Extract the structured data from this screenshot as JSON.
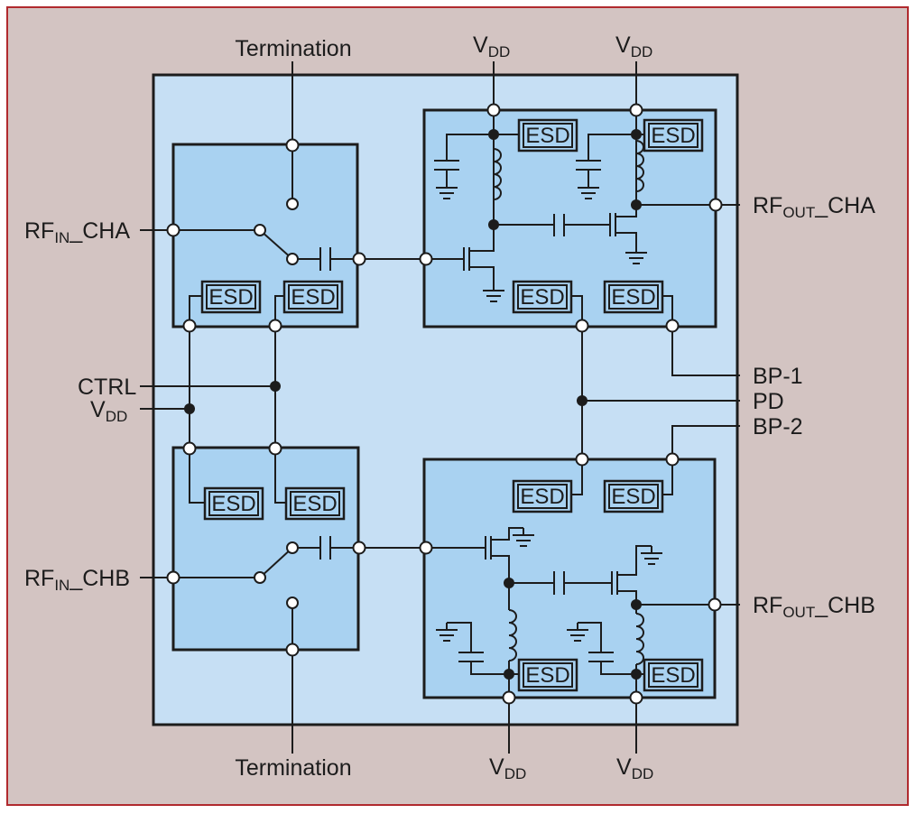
{
  "labels": {
    "termination_top": "Termination",
    "termination_bottom": "Termination",
    "vdd": {
      "main": "V",
      "sub": "DD"
    },
    "rf_in_cha": {
      "main": "RF",
      "sub": "IN",
      "suffix": "_CHA"
    },
    "rf_in_chb": {
      "main": "RF",
      "sub": "IN",
      "suffix": "_CHB"
    },
    "rf_out_cha": {
      "main": "RF",
      "sub": "OUT",
      "suffix": "_CHA"
    },
    "rf_out_chb": {
      "main": "RF",
      "sub": "OUT",
      "suffix": "_CHB"
    },
    "ctrl": "CTRL",
    "bp1": "BP-1",
    "pd": "PD",
    "bp2": "BP-2",
    "esd": "ESD"
  }
}
